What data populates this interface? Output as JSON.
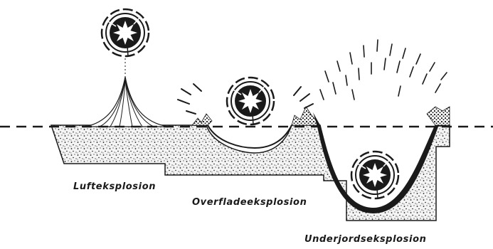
{
  "labels": {
    "air_explosion": "Lufteksplosion",
    "surface_explosion": "Overfladeeksplosion",
    "underground_explosion": "Underjordseksplosion"
  },
  "colors": {
    "ink": "#1a1a1a",
    "ground_fill": "#f4f4f4",
    "background": "#ffffff"
  }
}
